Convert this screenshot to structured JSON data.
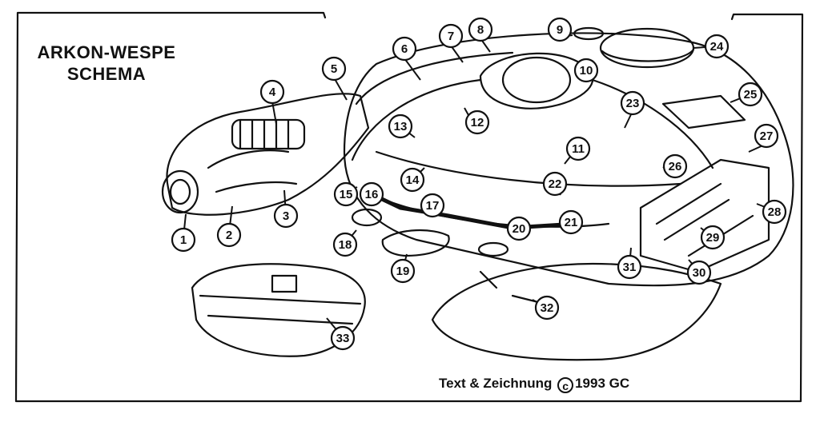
{
  "title": {
    "line1": "ARKON-WESPE",
    "line2": "SCHEMA"
  },
  "credit": {
    "prefix": "Text & Zeichnung",
    "copyright_symbol": "c",
    "year_author": "1993 GC"
  },
  "callouts": [
    "1",
    "2",
    "3",
    "4",
    "5",
    "6",
    "7",
    "8",
    "9",
    "10",
    "11",
    "12",
    "13",
    "14",
    "15",
    "16",
    "17",
    "18",
    "19",
    "20",
    "21",
    "22",
    "23",
    "24",
    "25",
    "26",
    "27",
    "28",
    "29",
    "30",
    "31",
    "32",
    "33"
  ],
  "colors": {
    "ink": "#111111",
    "paper": "#ffffff"
  }
}
